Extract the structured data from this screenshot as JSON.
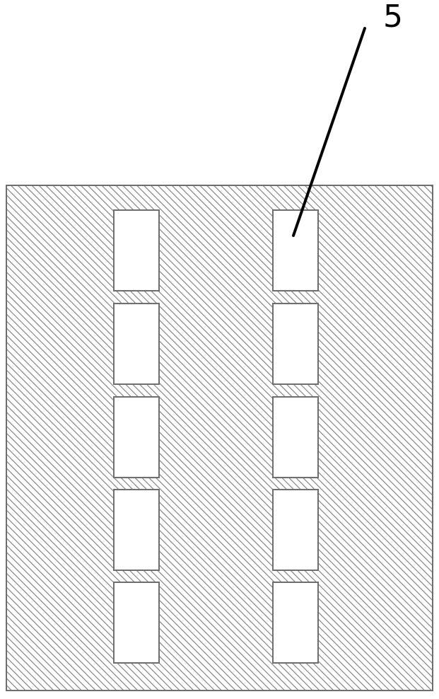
{
  "diagram": {
    "callout": {
      "label": "5"
    },
    "openings": {
      "columns": 2,
      "rows": 5
    },
    "colors": {
      "background": "#ffffff",
      "hatch_line": "#7a7a7a",
      "plate_border": "#6e6e6e",
      "opening_fill": "#ffffff",
      "leader_line": "#000000"
    }
  }
}
